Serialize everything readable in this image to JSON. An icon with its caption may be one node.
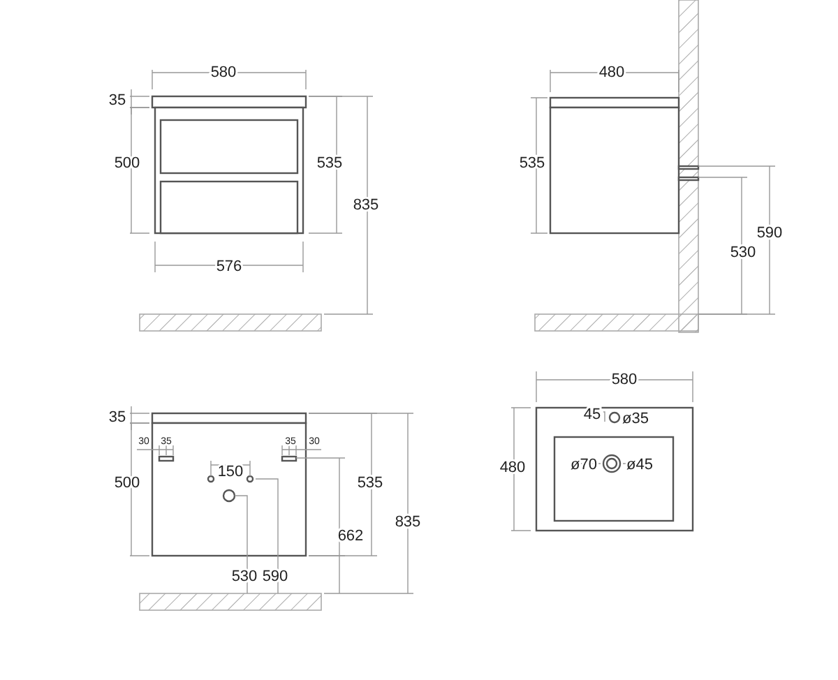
{
  "diagram": {
    "labels": [
      "580",
      "35",
      "500",
      "535",
      "835",
      "576",
      "480",
      "535",
      "590",
      "530",
      "35",
      "30",
      "35",
      "35",
      "30",
      "150",
      "500",
      "535",
      "662",
      "835",
      "530",
      "590",
      "580",
      "45",
      "ø35",
      "480",
      "ø70",
      "ø45"
    ]
  }
}
